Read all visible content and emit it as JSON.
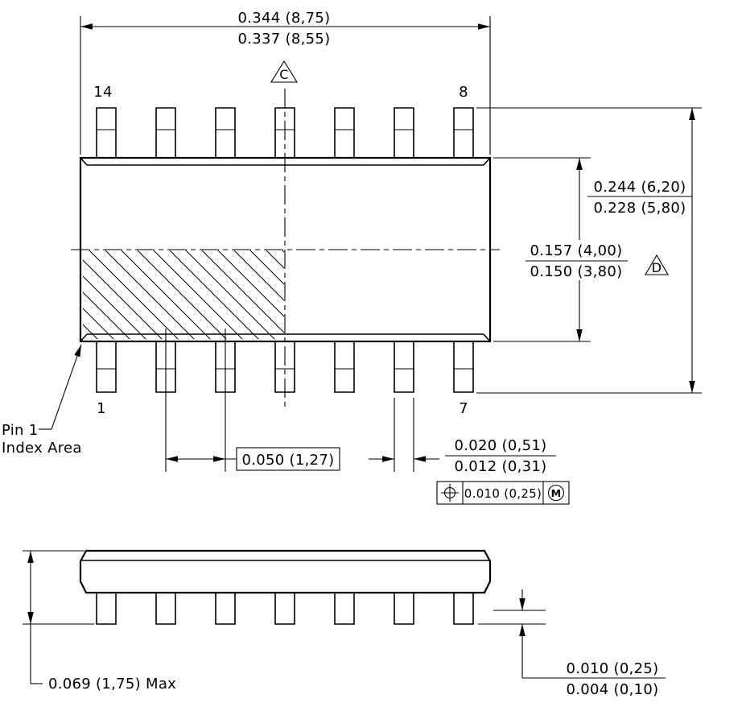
{
  "drawing": {
    "top_view": {
      "width_dim_upper": "0.344 (8,75)",
      "width_dim_lower": "0.337 (8,55)",
      "datum_c": "C",
      "datum_d": "D",
      "pin_top_left": "14",
      "pin_top_right": "8",
      "pin_bottom_left": "1",
      "pin_bottom_right": "7",
      "span_dim_upper": "0.244 (6,20)",
      "span_dim_lower": "0.228 (5,80)",
      "body_dim_upper": "0.157 (4,00)",
      "body_dim_lower": "0.150 (3,80)",
      "pin1_label_line1": "Pin 1",
      "pin1_label_line2": "Index Area",
      "pitch_dim": "0.050 (1,27)",
      "lead_width_dim_upper": "0.020 (0,51)",
      "lead_width_dim_lower": "0.012 (0,31)",
      "tolerance_value": "0.010 (0,25)",
      "tolerance_modifier": "M"
    },
    "side_view": {
      "height_dim": "0.069 (1,75) Max",
      "standoff_dim_upper": "0.010 (0,25)",
      "standoff_dim_lower": "0.004 (0,10)"
    }
  }
}
